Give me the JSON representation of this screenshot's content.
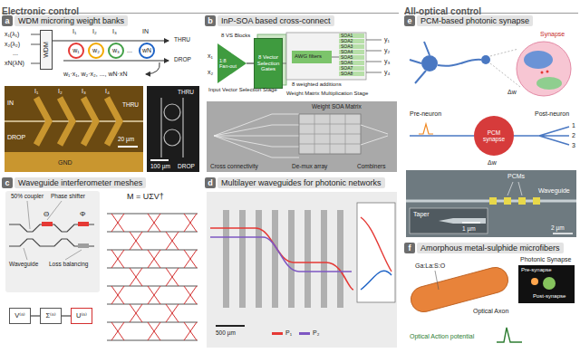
{
  "diagram": {
    "nodes": [
      {
        "text": [
          "Electronic control"
        ]
      },
      {
        "text": [
          "All-optical control"
        ]
      },
      {
        "text": [
          "a",
          "WDM microring weight banks"
        ]
      },
      {
        "text": [
          "WDM"
        ],
        "in": 2
      },
      {
        "text": [
          "w₁"
        ],
        "in": 2
      },
      {
        "text": [
          "w₂"
        ],
        "in": 2
      },
      {
        "text": [
          "w₃"
        ],
        "in": 2
      },
      {
        "text": [
          "wN"
        ],
        "in": 2
      },
      {
        "text": [
          "b",
          "InP-SOA based cross-connect"
        ]
      },
      {
        "text": [
          "1:8 Fan-out"
        ],
        "in": 8
      },
      {
        "text": [
          "8 Vector Selection Gates"
        ],
        "in": 8
      },
      {
        "text": [
          "c",
          "Waveguide interferometer meshes"
        ]
      },
      {
        "text": [
          "V⁽ⁿ⁾"
        ],
        "in": 11
      },
      {
        "text": [
          "Σ⁽ⁿ⁾"
        ],
        "in": 11
      },
      {
        "text": [
          "U⁽ⁿ⁾"
        ],
        "in": 11
      },
      {
        "text": [
          "d",
          "Multilayer waveguides for photonic networks"
        ]
      },
      {
        "text": [
          "e",
          "PCM-based photonic synapse"
        ]
      },
      {
        "text": [
          "PCM synapse"
        ],
        "in": 16
      },
      {
        "text": [
          "f",
          "Amorphous metal-sulphide microfibers"
        ]
      }
    ],
    "edges": [
      {
        "from": 9,
        "to": 10,
        "arrow": "none"
      },
      {
        "from": 12,
        "to": 13,
        "arrow": "none"
      },
      {
        "from": 13,
        "to": 14,
        "arrow": "none"
      }
    ],
    "labels": [
      "x₁(λ₁)",
      "x₂(λ₂)",
      "...",
      "xN(λN)",
      "I₁",
      "I₂",
      "I₃",
      "IN",
      "...",
      "THRU",
      "DROP",
      "w₁·x₁, w₂·x₂, ..., wN·xN",
      "I₁",
      "I₂",
      "I₃",
      "I₄",
      "IN",
      "THRU",
      "DROP",
      "GND",
      "20 µm",
      "THRU",
      "DROP",
      "100 µm",
      "8 VS Blocks",
      "x₁",
      "x₂",
      "Input Vector Selection Stage",
      "AWG filters",
      "SOA1",
      "SOA2",
      "SOA3",
      "SOA4",
      "SOA5",
      "SOA6",
      "SOA7",
      "SOA8",
      "8 weighted additions",
      "Weight Matrix Multiplication Stage",
      "y₁",
      "y₂",
      "y₃",
      "y₄",
      "Weight SOA Matrix",
      "Cross connectivity",
      "De-mux array",
      "Combiners",
      "50% coupler",
      "Phase shifter",
      "Θ",
      "Φ",
      "Waveguide",
      "Loss balancing",
      "M = UΣV†",
      "500 µm",
      "Synapse",
      "Δw",
      "Pre-neuron",
      "Post-neuron",
      "Δw",
      "1",
      "2",
      "3",
      "PCMs",
      "Waveguide",
      "Taper",
      "2 µm",
      "1 µm",
      "Photonic Synapse",
      "Pre-synapse",
      "Post-synapse",
      "Ga:La:S:O",
      "Optical Axon",
      "Optical Action potential"
    ],
    "legend": [
      {
        "text": "P₁",
        "color": "#e53935"
      },
      {
        "text": "P₂",
        "color": "#7e57c2"
      }
    ]
  }
}
